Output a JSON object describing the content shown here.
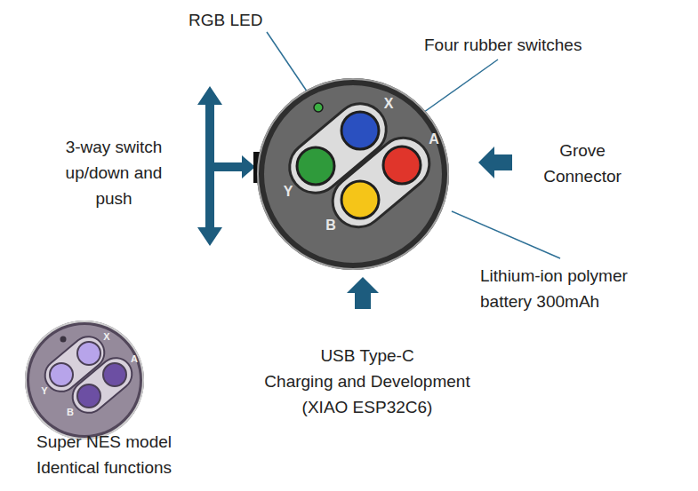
{
  "diagram": {
    "nodes": [
      {
        "text": [
          "X",
          "A",
          "Y",
          "B"
        ]
      },
      {
        "text": [
          "X",
          "A",
          "Y",
          "B"
        ]
      }
    ],
    "labels": [
      "RGB LED",
      "Four rubber switches",
      "3-way switch up/down and push",
      "Grove Connector",
      "Lithium-ion polymer battery 300mAh",
      "USB Type-C Charging and Development (XIAO ESP32C6)",
      "Super NES model Identical functions"
    ]
  }
}
